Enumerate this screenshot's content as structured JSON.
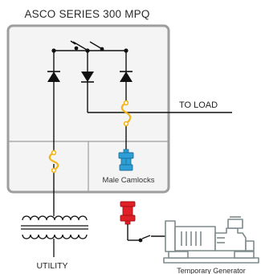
{
  "title": "ASCO SERIES 300 MPQ",
  "load_label": "TO LOAD",
  "camlock_label": "Male Camlocks",
  "utility_label": "UTILITY",
  "generator_label": "Temporary Generator",
  "colors": {
    "enclosure_border": "#9e9e9e",
    "enclosure_fill": "#f4f4f4",
    "wire": "#111111",
    "fuse": "#f2b418",
    "camlock_male": "#2e9fd6",
    "camlock_female": "#e01f26",
    "generator": "#7f8a8c"
  }
}
